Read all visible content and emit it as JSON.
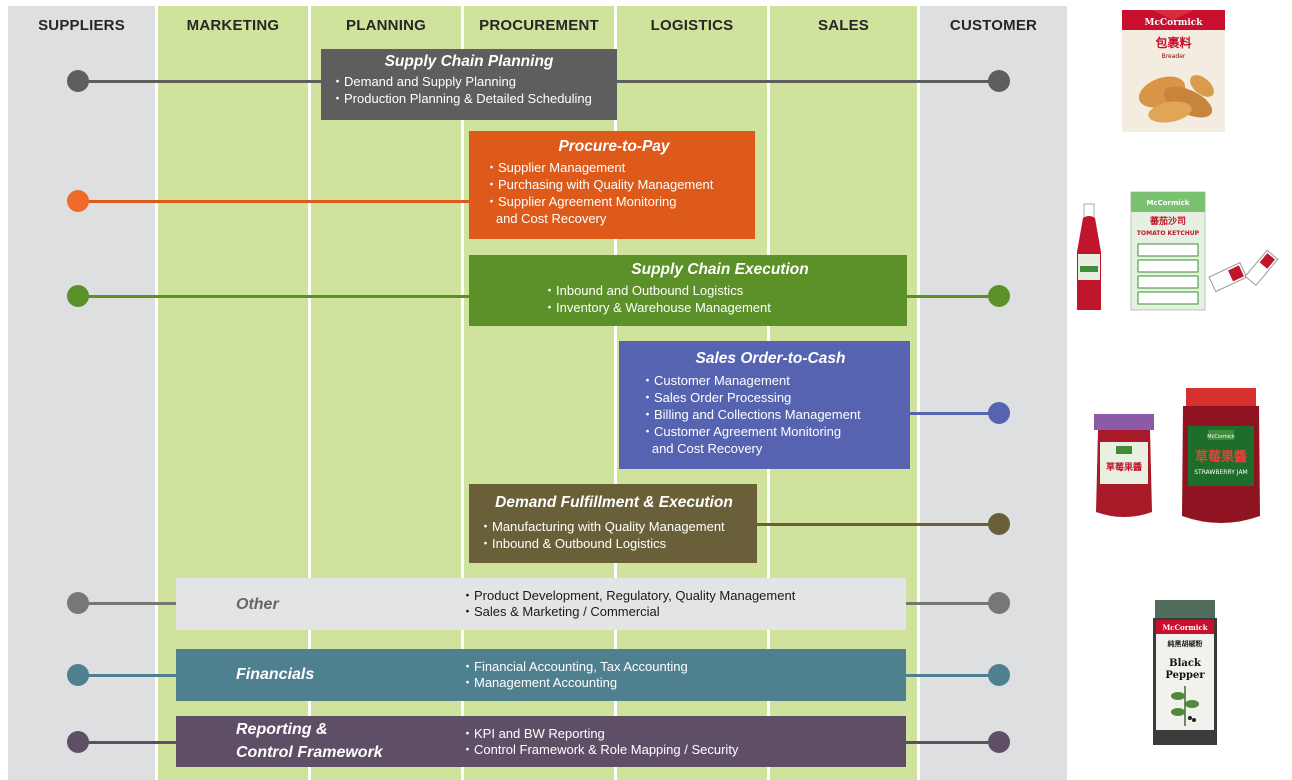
{
  "columns": {
    "suppliers": "SUPPLIERS",
    "marketing": "MARKETING",
    "planning": "PLANNING",
    "procurement": "PROCUREMENT",
    "logistics": "LOGISTICS",
    "sales": "SALES",
    "customer": "CUSTOMER"
  },
  "colors": {
    "planning": "#5e5e5f",
    "procure": "#dd5a1a",
    "execution": "#5b9128",
    "sales_order": "#5563b1",
    "fulfillment": "#696039",
    "other_bg": "#e3e4e5",
    "financials": "#4f8090",
    "reporting": "#5e4f67"
  },
  "processes": {
    "scp": {
      "title": "Supply Chain Planning",
      "items": [
        "・Demand and Supply Planning",
        "・Production Planning & Detailed Scheduling"
      ]
    },
    "p2p": {
      "title": "Procure-to-Pay",
      "items": [
        "・Supplier Management",
        "・Purchasing with Quality Management",
        "・Supplier Agreement Monitoring",
        "   and Cost Recovery"
      ]
    },
    "sce": {
      "title": "Supply Chain Execution",
      "items": [
        "・Inbound and Outbound Logistics",
        "・Inventory & Warehouse Management"
      ]
    },
    "o2c": {
      "title": "Sales Order-to-Cash",
      "items": [
        "・Customer Management",
        "・Sales Order Processing",
        "・Billing and Collections Management",
        "・Customer Agreement Monitoring",
        "   and Cost Recovery"
      ]
    },
    "dfe": {
      "title": "Demand Fulfillment & Execution",
      "items": [
        "・Manufacturing with Quality Management",
        "・Inbound & Outbound Logistics"
      ]
    }
  },
  "bands": {
    "other": {
      "label": "Other",
      "items": [
        "・Product Development, Regulatory, Quality Management",
        "・Sales & Marketing / Commercial"
      ]
    },
    "financials": {
      "label": "Financials",
      "items": [
        "・Financial Accounting, Tax Accounting",
        "・Management Accounting"
      ]
    },
    "reporting": {
      "label_1": "Reporting &",
      "label_2": "Control Framework",
      "items": [
        "・KPI and BW Reporting",
        "・Control Framework & Role Mapping / Security"
      ]
    }
  },
  "products": {
    "breader": {
      "brand": "McCormick",
      "cn": "包裹料",
      "en": "Breader"
    },
    "ketchup": {
      "brand": "McCormick",
      "cn": "蕃茄沙司",
      "en": "TOMATO KETCHUP"
    },
    "jam": {
      "brand": "McCormick",
      "cn": "草莓果醬",
      "en": "STRAWBERRY JAM"
    },
    "pepper": {
      "brand": "McCormick",
      "cn": "純黑胡椒粉",
      "en_1": "Black",
      "en_2": "Pepper"
    }
  }
}
